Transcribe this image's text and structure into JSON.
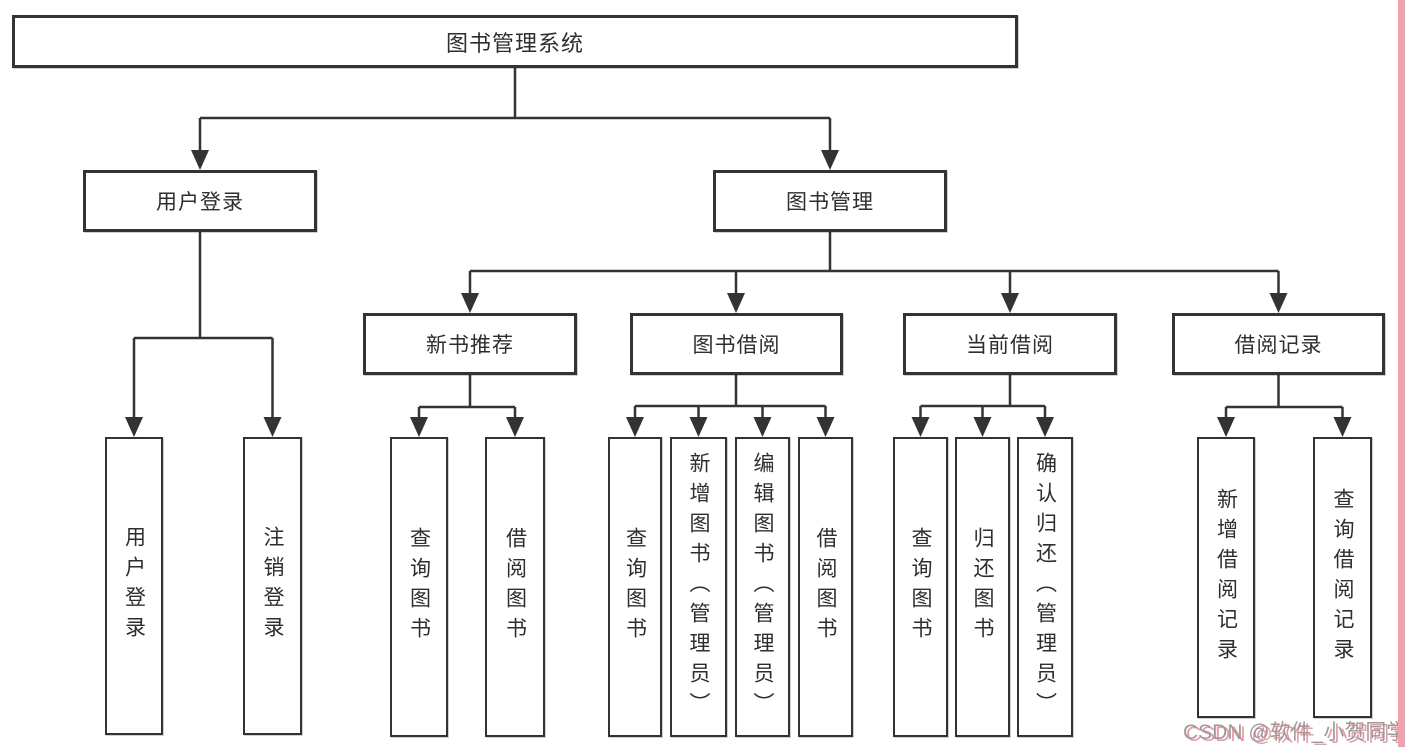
{
  "diagram": {
    "root": {
      "label": "图书管理系统"
    },
    "level2": [
      {
        "label": "用户登录"
      },
      {
        "label": "图书管理"
      }
    ],
    "level3": [
      {
        "label": "新书推荐"
      },
      {
        "label": "图书借阅"
      },
      {
        "label": "当前借阅"
      },
      {
        "label": "借阅记录"
      }
    ],
    "leaves": {
      "user_login": [
        "用户登录",
        "注销登录"
      ],
      "new_recommend": [
        "查询图书",
        "借阅图书"
      ],
      "book_borrow": [
        "查询图书",
        "新增图书（管理员）",
        "编辑图书（管理员）",
        "借阅图书"
      ],
      "current_borrow": [
        "查询图书",
        "归还图书",
        "确认归还（管理员）"
      ],
      "borrow_records": [
        "新增借阅记录",
        "查询借阅记录"
      ]
    }
  },
  "watermark": {
    "text": "CSDN @软件_小贺同学"
  },
  "colors": {
    "line": "#333333",
    "box_background": "#ffffff",
    "watermark_gray": "#9b9b9b",
    "watermark_pink": "#eb9aa4",
    "edge_strip_pink": "#f0a1ab"
  }
}
